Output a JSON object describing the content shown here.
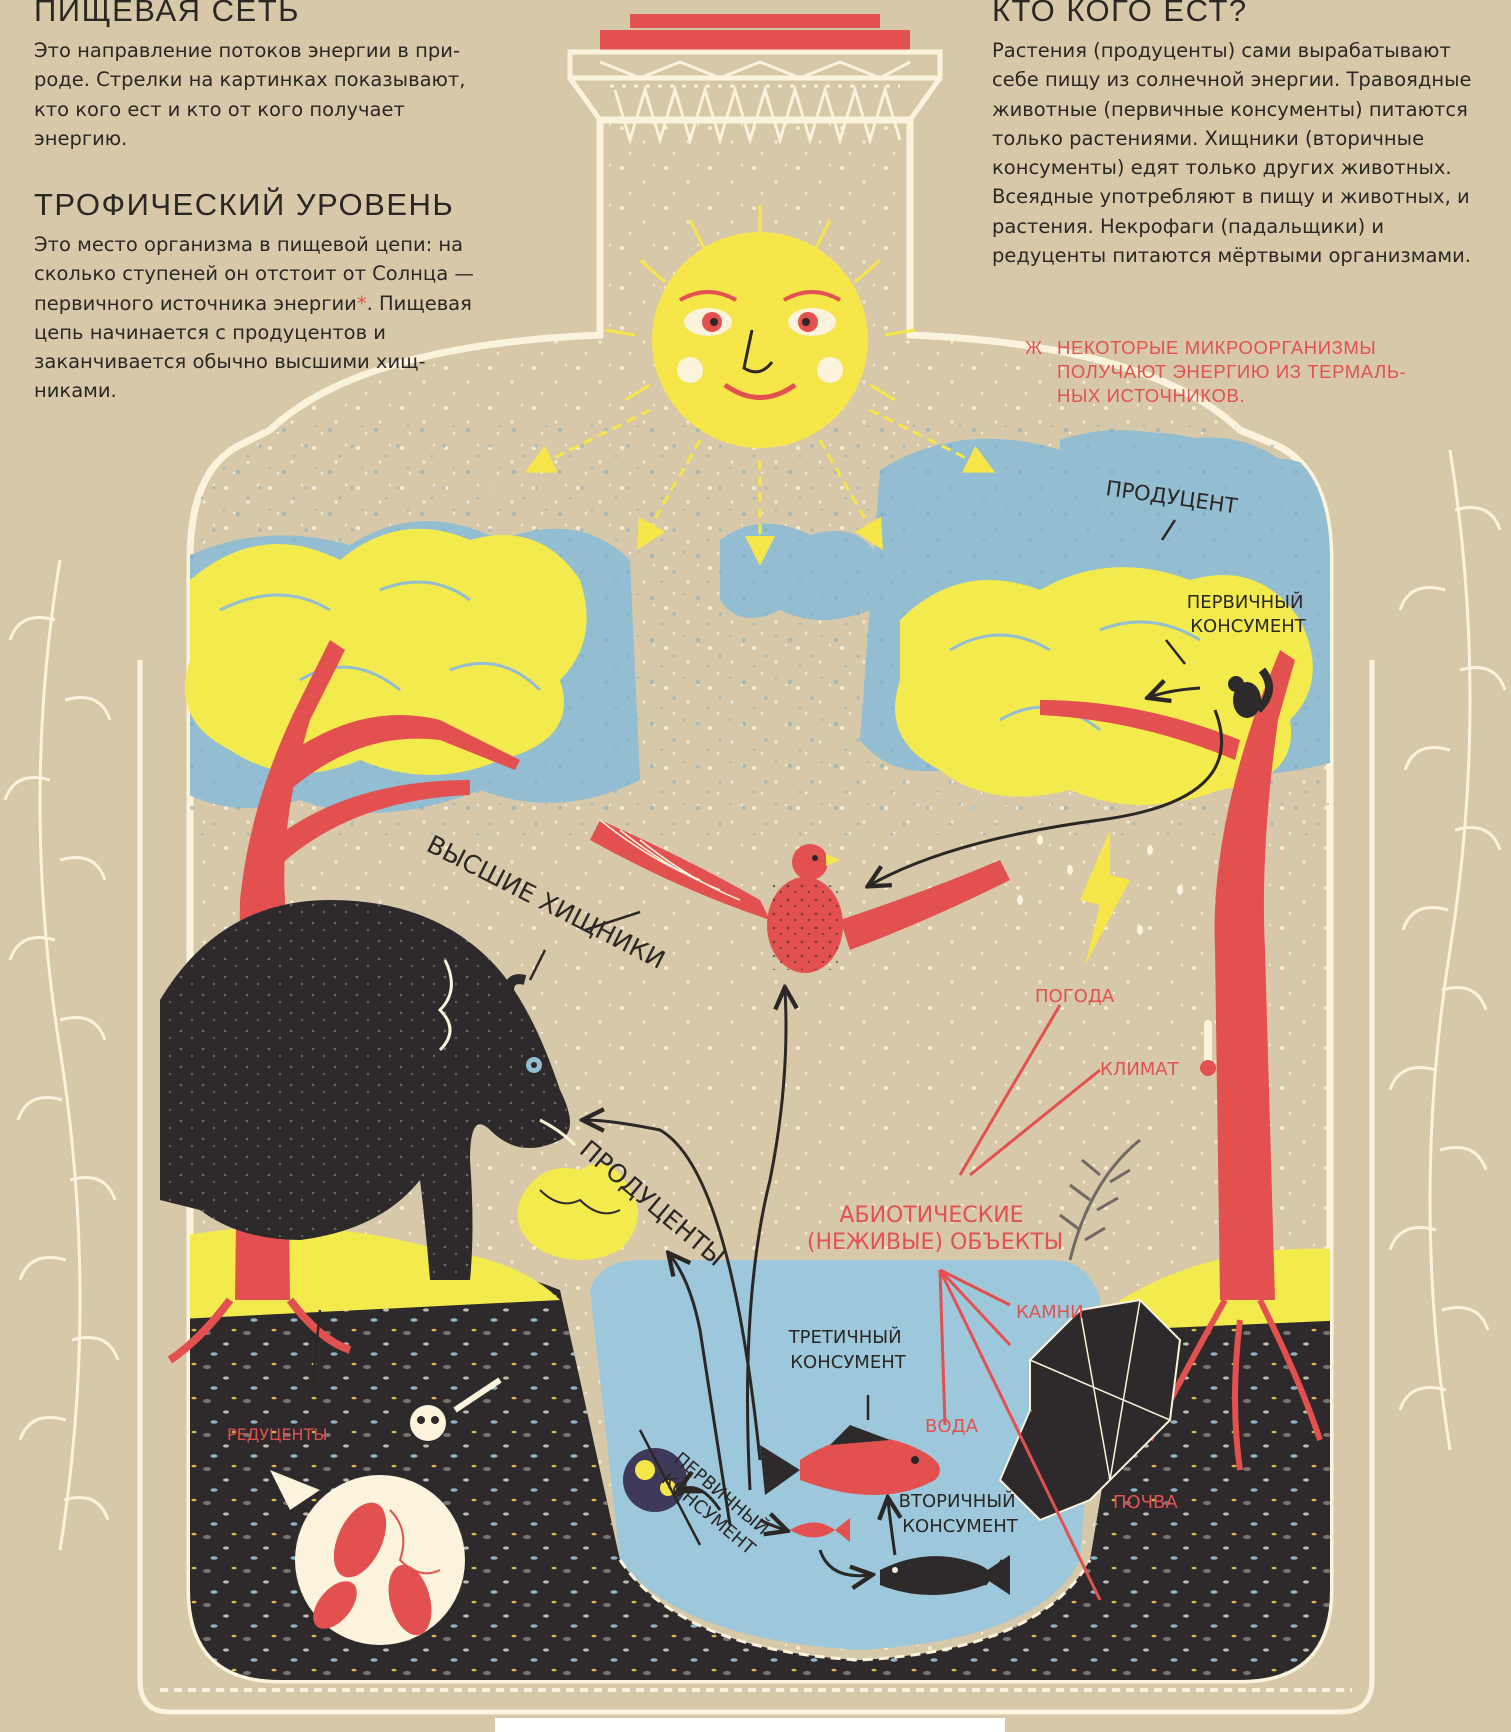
{
  "sections": {
    "food_web": {
      "title": "ПИЩЕВАЯ СЕТЬ",
      "text": "Это направление потоков энергии в при­роде. Стрелки на картинках показыва­ют, кто кого ест и кто от кого получает энергию."
    },
    "trophic_level": {
      "title": "ТРОФИЧЕСКИЙ УРОВЕНЬ",
      "text_before_mark": "Это место организма в пищевой цепи: на сколько ступеней он отстоит от Солн­ца — первичного источника энергии",
      "mark": "*",
      "text_after_mark": ". Пищевая цепь начинается с продуцентов и заканчивается обычно высшими хищ­никами."
    },
    "who_eats_whom": {
      "title": "КТО КОГО ЕСТ?",
      "text": "Растения (продуценты) сами вырабатывают себе пищу из солнечной энергии. Травоядные животные (первичные консументы) питаются только растениями. Хищники (вторичные консу­менты) едят только других животных. Всеядные употребляют в пищу и животных, и растения. Некрофаги (падальщики) и редуценты питают­ся мёртвыми организмами."
    }
  },
  "footnote": {
    "mark": "Ж",
    "lines": [
      "НЕКОТОРЫЕ МИКРООРГАНИЗМЫ",
      "ПОЛУЧАЮТ ЭНЕРГИЮ ИЗ ТЕРМАЛЬ-",
      "НЫХ ИСТОЧНИКОВ."
    ]
  },
  "labels": {
    "producer": "ПРОДУЦЕНТ",
    "primary_consumer_tree": [
      "ПЕРВИЧНЫЙ",
      "КОНСУМЕНТ"
    ],
    "top_predators": "ВЫСШИЕ ХИЩНИКИ",
    "producers": "ПРОДУЦЕНТЫ",
    "weather": "ПОГОДА",
    "climate": "КЛИМАТ",
    "abiotic": [
      "АБИОТИЧЕСКИЕ",
      "(НЕЖИВЫЕ) ОБЪЕКТЫ"
    ],
    "rocks": "КАМНИ",
    "water": "ВОДА",
    "soil": "ПОЧВА",
    "tertiary_consumer": [
      "ТРЕТИЧНЫЙ",
      "КОНСУМЕНТ"
    ],
    "secondary_consumer": [
      "ВТОРИЧНЫЙ",
      "КОНСУМЕНТ"
    ],
    "primary_consumer_water": [
      "ПЕРВИЧНЫЙ",
      "КОНСУМЕНТ"
    ],
    "decomposers": "РЕДУЦЕНТЫ"
  },
  "colors": {
    "background": "#d6c8a9",
    "sky": "#93bdd0",
    "sun": "#f6e64a",
    "foliage": "#f3ea4e",
    "trunk": "#e2514f",
    "soil": "#2e2a2b",
    "water": "#9dc7da",
    "text": "#2b2724",
    "accent_red": "#e2514f",
    "cream": "#fbf3dc"
  }
}
